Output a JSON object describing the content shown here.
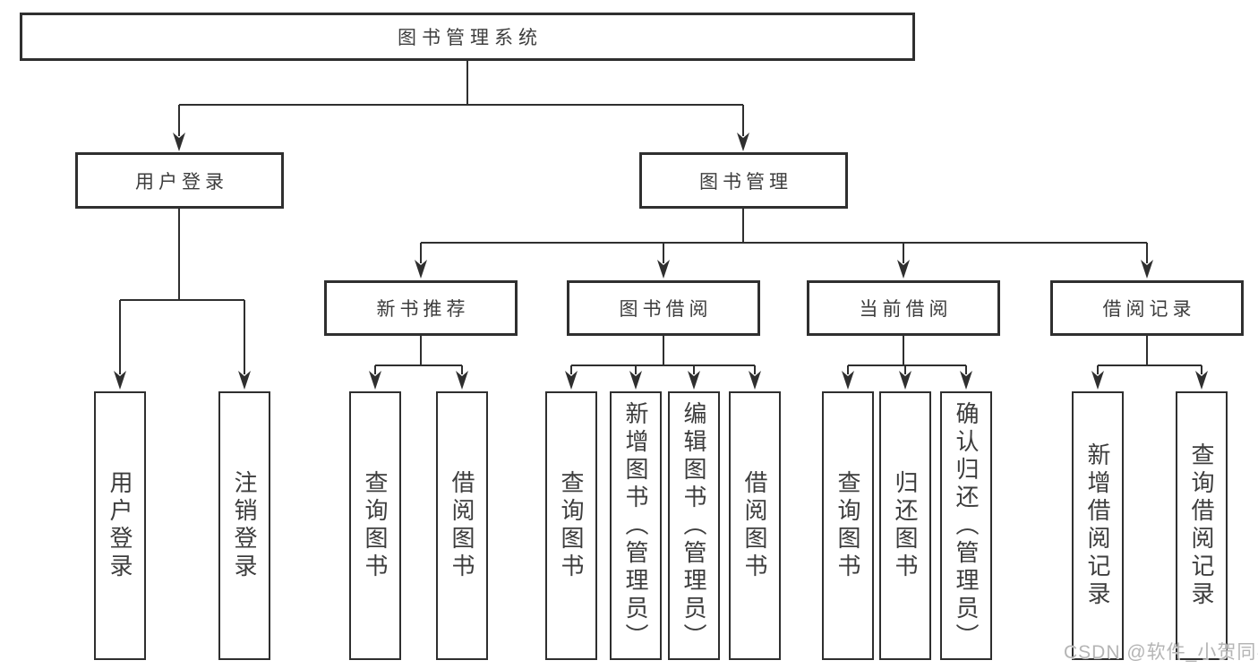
{
  "diagram_title": "图书管理系统",
  "tree": {
    "root": {
      "label": "图书管理系统"
    },
    "branches": [
      {
        "label": "用户登录",
        "children": [
          {
            "label": "用户登录"
          },
          {
            "label": "注销登录"
          }
        ]
      },
      {
        "label": "图书管理",
        "children": [
          {
            "label": "新书推荐",
            "children": [
              {
                "label": "查询图书"
              },
              {
                "label": "借阅图书"
              }
            ]
          },
          {
            "label": "图书借阅",
            "children": [
              {
                "label": "查询图书"
              },
              {
                "label": "新增图书（管理员）"
              },
              {
                "label": "编辑图书（管理员）"
              },
              {
                "label": "借阅图书"
              }
            ]
          },
          {
            "label": "当前借阅",
            "children": [
              {
                "label": "查询图书"
              },
              {
                "label": "归还图书"
              },
              {
                "label": "确认归还（管理员）"
              }
            ]
          },
          {
            "label": "借阅记录",
            "children": [
              {
                "label": "新增借阅记录"
              },
              {
                "label": "查询借阅记录"
              }
            ]
          }
        ]
      }
    ]
  },
  "watermark": {
    "text": "CSDN @软件_小贺同学"
  },
  "colors": {
    "line": "#2f2f2f",
    "text": "#3d3d3d",
    "watermark": "#b5b5b5",
    "background": "#ffffff"
  }
}
